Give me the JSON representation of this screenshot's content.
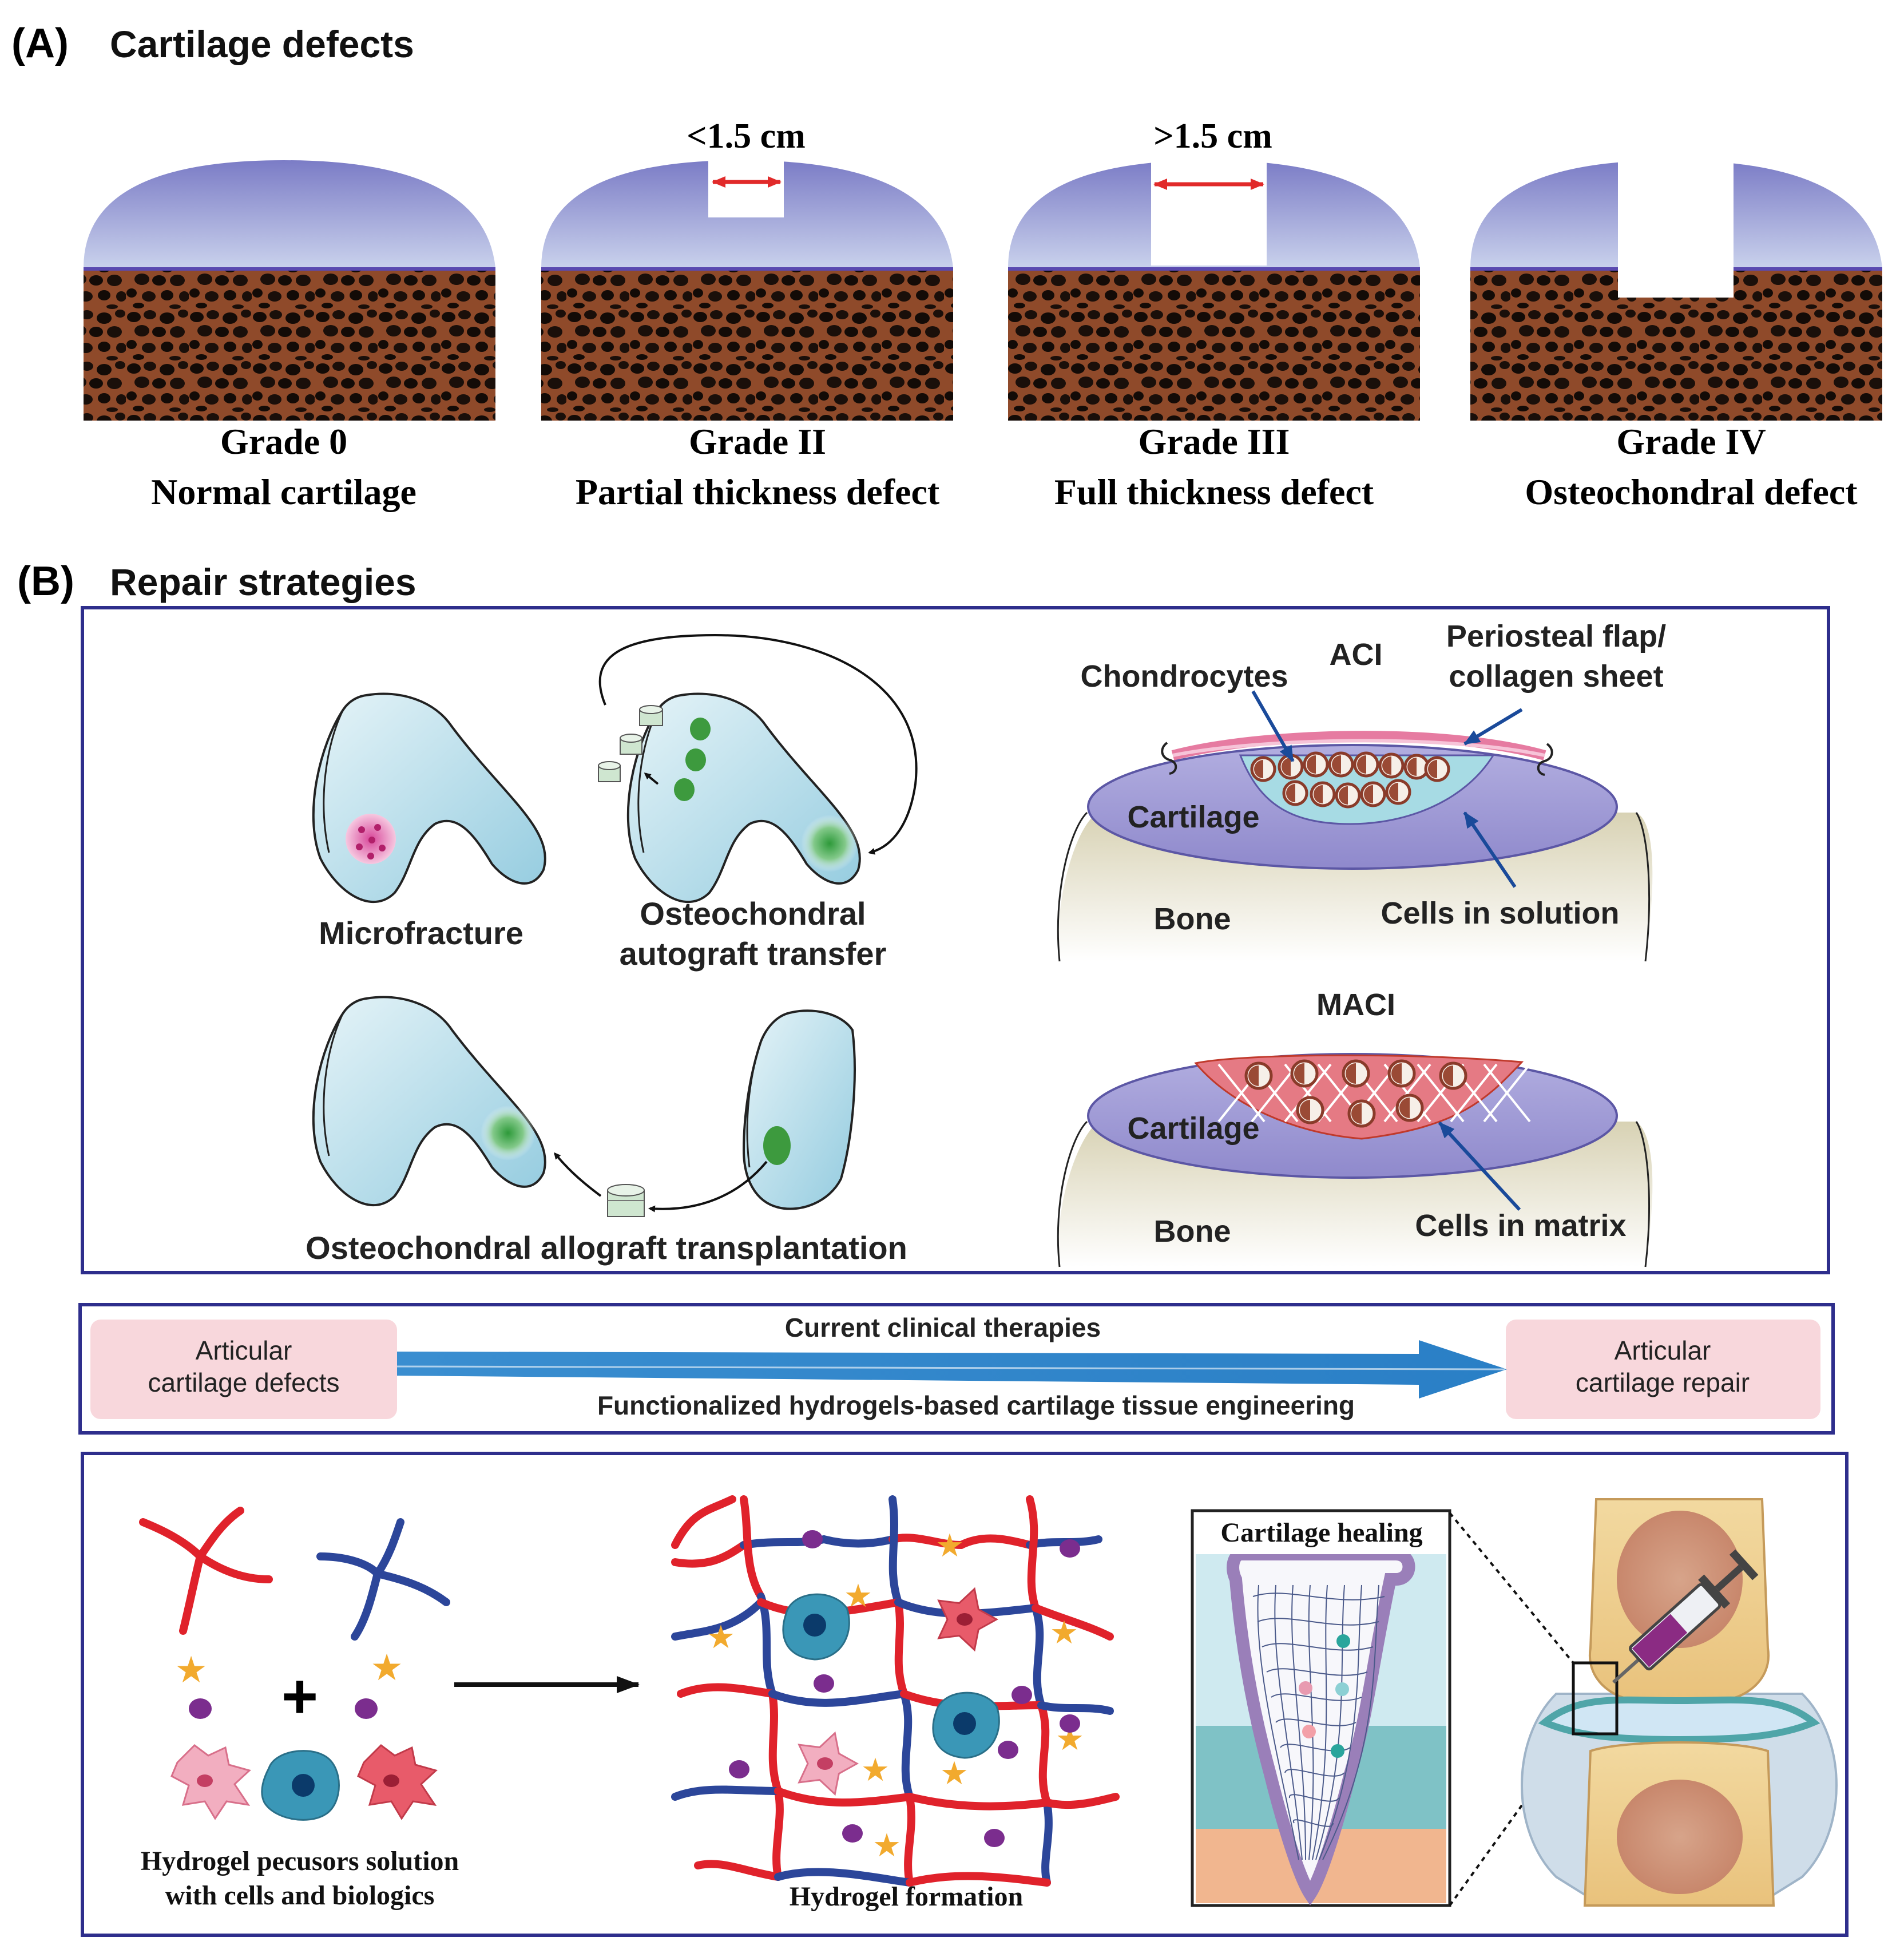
{
  "panel_a": {
    "letter": "(A)",
    "title": "Cartilage defects",
    "grades": [
      {
        "grade": "Grade 0",
        "desc": "Normal cartilage"
      },
      {
        "grade": "Grade II",
        "desc": "Partial thickness defect",
        "size": "<1.5 cm"
      },
      {
        "grade": "Grade III",
        "desc": "Full thickness defect",
        "size": ">1.5 cm"
      },
      {
        "grade": "Grade IV",
        "desc": "Osteochondral defect"
      }
    ]
  },
  "panel_b": {
    "letter": "(B)",
    "title": "Repair strategies",
    "microfracture": "Microfracture",
    "oat_line1": "Osteochondral",
    "oat_line2": "autograft transfer",
    "allograft": "Osteochondral allograft transplantation",
    "aci": {
      "title": "ACI",
      "chondrocytes": "Chondrocytes",
      "flap_line1": "Periosteal flap/",
      "flap_line2": "collagen sheet",
      "cartilage": "Cartilage",
      "bone": "Bone",
      "cells": "Cells in solution"
    },
    "maci": {
      "title": "MACI",
      "cartilage": "Cartilage",
      "bone": "Bone",
      "cells": "Cells in matrix"
    }
  },
  "flow": {
    "left_line1": "Articular",
    "left_line2": "cartilage defects",
    "right_line1": "Articular",
    "right_line2": "cartilage repair",
    "top_label": "Current clinical therapies",
    "bottom_label": "Functionalized hydrogels-based cartilage tissue engineering"
  },
  "hydrogel": {
    "precursor_line1": "Hydrogel pecusors solution",
    "precursor_line2": "with cells and biologics",
    "plus": "+",
    "formation": "Hydrogel formation",
    "healing": "Cartilage healing"
  },
  "colors": {
    "cartilage_top": "#7e80c8",
    "cartilage_bottom": "#c7cde9",
    "bone_brown": "#9a5330",
    "frame_navy": "#2e2e8c",
    "femur_blue": "#bfe3ee",
    "flow_pink": "#f8d7dc",
    "flow_arrow": "#2f8fcf",
    "polymer_red": "#e0222b",
    "polymer_blue": "#2c469a",
    "star_gold": "#f2aa2e",
    "dot_purple": "#7b2d8e"
  }
}
